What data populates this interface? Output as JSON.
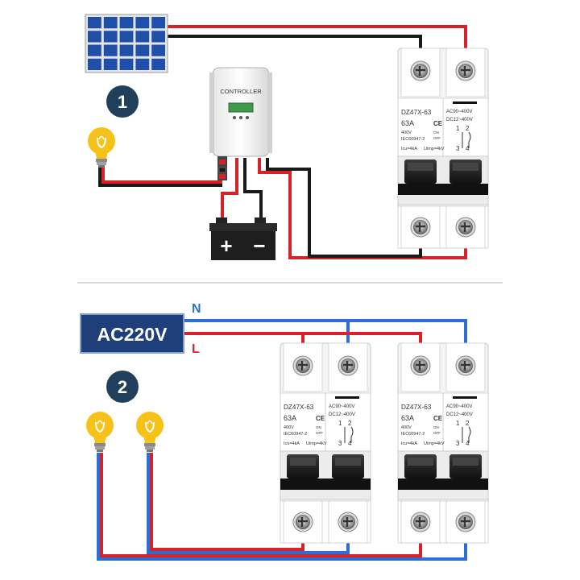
{
  "colors": {
    "wire_red": "#d6232a",
    "wire_black": "#1a1a1a",
    "wire_blue": "#2a6fd6",
    "badge_bg": "#1f3f5b",
    "supply_bg": "#1f3f7a",
    "bulb": "#f6c21a",
    "solar": "#1f4fa8",
    "divider": "#cccccc"
  },
  "diagram1": {
    "step_number": "1",
    "controller": {
      "label": "CONTROLLER"
    },
    "battery": {
      "plus": "+",
      "minus": "−"
    }
  },
  "diagram2": {
    "step_number": "2",
    "supply_label": "AC220V",
    "neutral_label": "N",
    "live_label": "L"
  },
  "breaker": {
    "model": "DZ47X-63",
    "rating": "63A",
    "ac_spec": "AC90~400V",
    "dc_spec": "DC12~400V",
    "voltage": "400V",
    "standard": "IEC60947-2",
    "on_label": "ON",
    "off_label": "OFF",
    "icu": "Icu=4kA",
    "uimp": "Uimp=4kV",
    "ce_mark": "CE",
    "terminal_top": "1",
    "terminal_top2": "2",
    "terminal_bot": "3",
    "terminal_bot2": "4"
  },
  "icons": [
    "solar-panel-icon",
    "light-bulb-icon",
    "battery-icon",
    "screw-terminal-icon",
    "charge-controller-icon",
    "circuit-breaker-icon"
  ]
}
